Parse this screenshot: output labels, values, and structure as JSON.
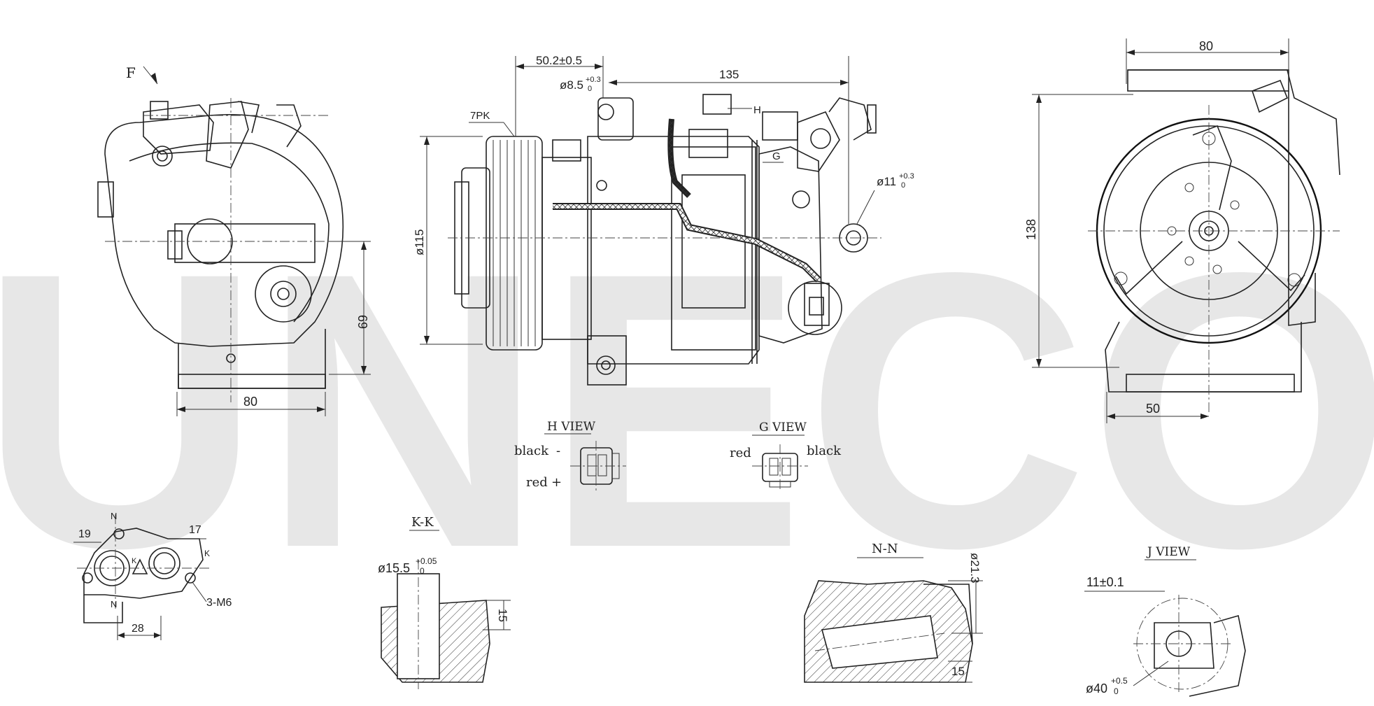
{
  "watermark": {
    "text": "UNECO",
    "color": "#e7e7e7"
  },
  "colors": {
    "line": "#222222",
    "background": "#ffffff"
  },
  "dimensions": {
    "left_view": {
      "label_f": "F",
      "width_80": "80",
      "height_69": "69"
    },
    "center_view": {
      "d_50_2": "50.2±0.5",
      "d_8_5": "ø8.5",
      "d_8_5_tol_up": "+0.3",
      "d_8_5_tol_low": "0",
      "d_135": "135",
      "belt": "7PK",
      "label_h": "H",
      "label_g": "G",
      "d_11": "ø11",
      "d_11_tol_up": "+0.3",
      "d_11_tol_low": "0",
      "d_115": "ø115"
    },
    "right_view": {
      "d_80": "80",
      "d_138": "138",
      "d_50": "50"
    },
    "h_view": {
      "title": "H VIEW",
      "black": "black",
      "red": "red",
      "minus": "-",
      "plus": "+"
    },
    "g_view": {
      "title": "G VIEW",
      "red": "red",
      "black": "black"
    },
    "bottom_left": {
      "label_n": "N",
      "d_19": "19",
      "d_17": "17",
      "label_k": "K",
      "m6": "3-M6",
      "d_28": "28"
    },
    "kk_section": {
      "title": "K-K",
      "d_15_5": "ø15.5",
      "tol_up": "+0.05",
      "tol_low": "0",
      "d_15": "15"
    },
    "nn_section": {
      "title": "N-N",
      "d_21_3": "ø21.3",
      "d_15": "15"
    },
    "j_view": {
      "title": "J VIEW",
      "d_11": "11±0.1",
      "d_40": "ø40",
      "tol_up": "+0.5",
      "tol_low": "0"
    }
  }
}
